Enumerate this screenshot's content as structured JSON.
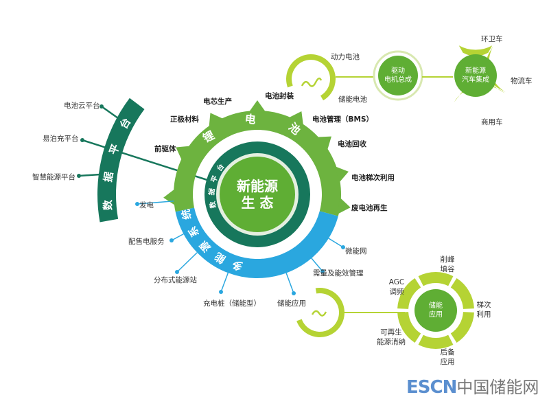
{
  "center": {
    "line1": "新能源",
    "line2": "生  态"
  },
  "rings": {
    "lithium": "锂电池",
    "multi_energy": "多能源系统",
    "data_platform": "数据平台",
    "inner_platform": "数据平台"
  },
  "lithium_labels": [
    "前驱体",
    "正极材料",
    "电芯生产",
    "电池封装",
    "电池管理（BMS）",
    "电池回收",
    "电池梯次利用",
    "废电池再生"
  ],
  "energy_labels": [
    "发电",
    "配售电服务",
    "分布式能源站",
    "充电桩（储能型）",
    "储能应用",
    "需量及能效管理",
    "微能网"
  ],
  "platform_labels": [
    "电池云平台",
    "易泊充平台",
    "智慧能源平台"
  ],
  "battery_types": [
    "动力电池",
    "储能电池"
  ],
  "motor": {
    "line1": "驱动",
    "line2": "电机总成"
  },
  "vehicle": {
    "line1": "新能源",
    "line2": "汽车集成",
    "types": [
      "环卫车",
      "物流车",
      "商用车"
    ]
  },
  "storage": {
    "line1": "储能",
    "line2": "应用",
    "apps": [
      {
        "l1": "削峰",
        "l2": "填谷"
      },
      {
        "l1": "梯次",
        "l2": "利用"
      },
      {
        "l1": "后备",
        "l2": "应用"
      },
      {
        "l1": "可再生",
        "l2": "能源消纳"
      },
      {
        "l1": "AGC",
        "l2": "调频"
      }
    ]
  },
  "logo": {
    "en": "ESCN",
    "cn": "中国储能网"
  },
  "colors": {
    "green": "#6db33f",
    "dark": "#17775c",
    "blue": "#2aa7df",
    "lime": "#b5d334",
    "center": "#5fae34"
  }
}
